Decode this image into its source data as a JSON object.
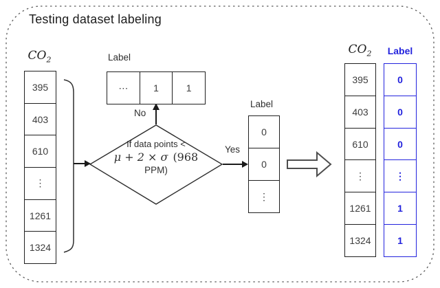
{
  "title": "Testing dataset labeling",
  "colors": {
    "accent_blue": "#2222dd",
    "line_dark": "#1f1f1f"
  },
  "left_column": {
    "header_main": "CO",
    "header_sub": "2",
    "cells": [
      "395",
      "403",
      "610",
      "⋮",
      "1261",
      "1324"
    ]
  },
  "no_branch_table": {
    "label": "Label",
    "cells": [
      "⋯",
      "1",
      "1"
    ]
  },
  "yes_branch_table": {
    "label": "Label",
    "cells": [
      "0",
      "0",
      "⋮"
    ]
  },
  "decision": {
    "line1": "If data points <",
    "math": "μ + 2 × σ",
    "threshold": "(968",
    "unit": "PPM)"
  },
  "branches": {
    "no": "No",
    "yes": "Yes"
  },
  "result": {
    "co2_column": {
      "header_main": "CO",
      "header_sub": "2",
      "cells": [
        "395",
        "403",
        "610",
        "⋮",
        "1261",
        "1324"
      ]
    },
    "label_column": {
      "header": "Label",
      "cells": [
        "0",
        "0",
        "0",
        "⋮",
        "1",
        "1"
      ]
    }
  }
}
